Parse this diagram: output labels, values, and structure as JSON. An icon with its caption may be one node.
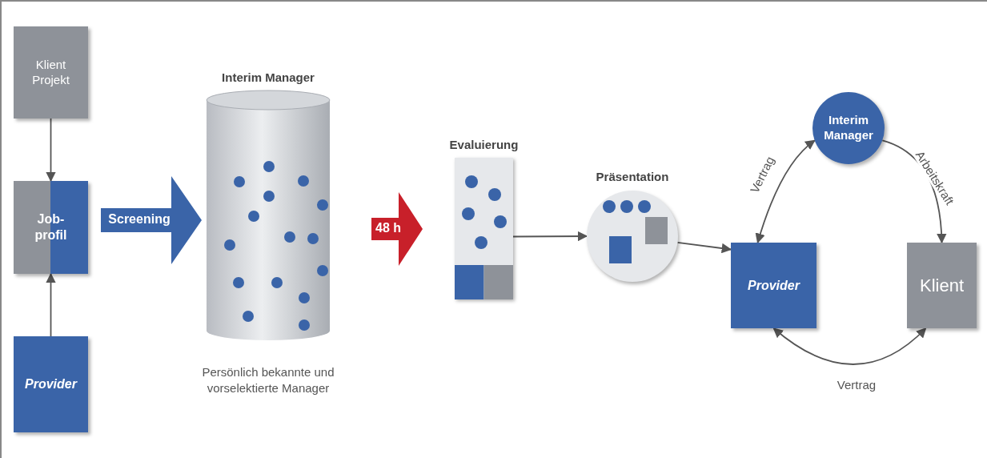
{
  "diagram": {
    "nodes": [
      {
        "text": [
          "Klient Projekt"
        ]
      },
      {
        "text": [
          "Job-profil"
        ]
      },
      {
        "text": [
          "Provider"
        ]
      },
      {
        "text": [
          "Interim Manager"
        ],
        "beside": [
          "Persönlich bekannte und vorselektierte Manager"
        ]
      },
      {
        "text": [
          "Evaluierung"
        ]
      },
      {
        "text": [
          "Präsentation"
        ]
      },
      {
        "text": [
          "Interim Manager"
        ]
      },
      {
        "text": [
          "Provider"
        ]
      },
      {
        "text": [
          "Klient"
        ]
      }
    ],
    "edges": [
      {
        "from": 0,
        "to": 1,
        "arrow": "to"
      },
      {
        "from": 2,
        "to": 1,
        "arrow": "to"
      },
      {
        "from": 1,
        "to": 3,
        "arrow": "to",
        "label": "Screening",
        "style": "thick"
      },
      {
        "from": 3,
        "to": 4,
        "arrow": "to",
        "label": "48 h",
        "style": "thick",
        "color": "#c8202a"
      },
      {
        "from": 4,
        "to": 5,
        "arrow": "to"
      },
      {
        "from": 5,
        "to": 7,
        "arrow": "to"
      },
      {
        "from": 6,
        "to": 7,
        "arrow": "both",
        "label": "Vertrag"
      },
      {
        "from": 6,
        "to": 8,
        "arrow": "to",
        "label": "Arbeitskraft"
      },
      {
        "from": 7,
        "to": 8,
        "arrow": "both",
        "label": "Vertrag"
      }
    ]
  }
}
